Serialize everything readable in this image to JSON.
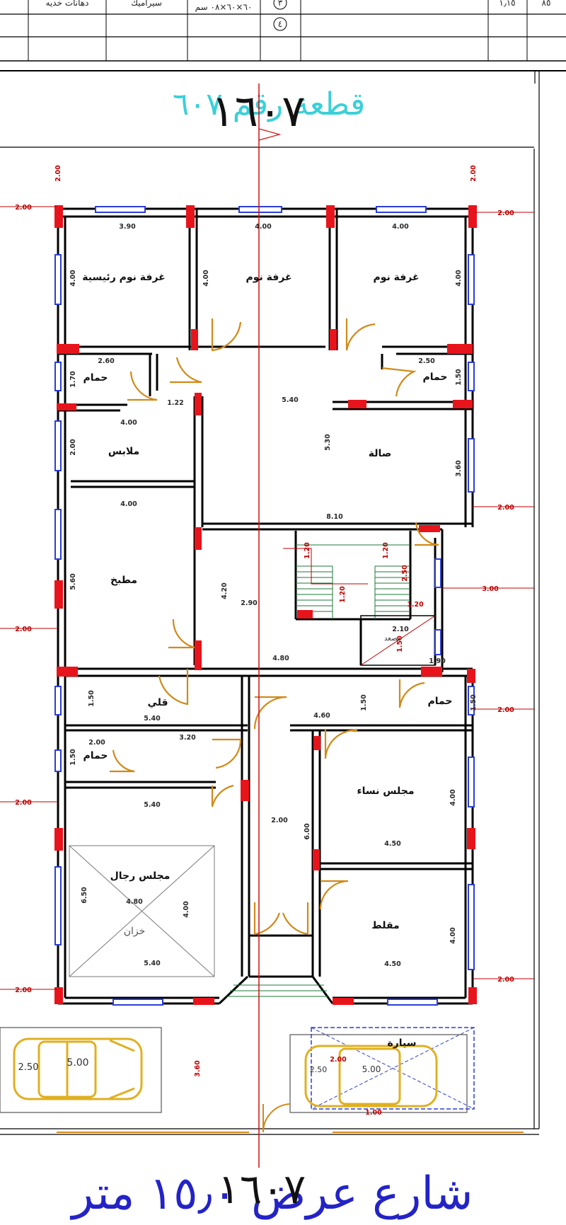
{
  "header": {
    "cells": [
      "دهانات خديه",
      "سيراميك",
      "٦٠×٦٠×٠٨ سم"
    ],
    "item_numbers": [
      "٣",
      "٤"
    ],
    "right_cells": [
      "١٫١٥",
      "٨٥"
    ]
  },
  "plot_title": "قطعة رقم ٦٠٧",
  "plot_number_handwritten": "١٦٠٧",
  "street_label": "شارع عرض ١٥٫٠ متر",
  "street_number_handwritten": "١٦٠٧",
  "rooms": {
    "master_bedroom": "غرفة نوم رئيسية",
    "bedroom_center": "غرفة نوم",
    "bedroom_right": "غرفة نوم",
    "bath_left_top": "حمام",
    "bath_right_top": "حمام",
    "dressing": "ملابس",
    "hall": "صالة",
    "kitchen": "مطبخ",
    "elevator": "مصعد",
    "fryer": "قلي",
    "bath_left_mid": "حمام",
    "bath_right_mid": "حمام",
    "women_majlis": "مجلس نساء",
    "men_majlis": "مجلس رجال",
    "cabinet": "خزان",
    "annex": "مقلط",
    "car": "سيارة"
  },
  "dims": {
    "setback_top": "2.00",
    "w_master": "3.90",
    "w_bed_center": "4.00",
    "w_bed_right": "4.00",
    "h_master": "4.00",
    "h_bed_center": "4.00",
    "h_bed_right": "4.00",
    "w_bath_lt": "2.60",
    "h_bath_lt": "1.70",
    "w_bath_rt": "2.50",
    "h_bath_rt": "1.50",
    "door_122": "1.22",
    "w_hall": "5.40",
    "h_hall": "5.30",
    "w_dress": "4.00",
    "h_dress": "2.00",
    "h_hall_right": "3.60",
    "w_hall_bottom": "8.10",
    "w_kitchen": "4.00",
    "h_kitchen": "5.60",
    "w_stair": "2.90",
    "h_stair": "4.20",
    "stair_a": "1.20",
    "stair_b": "1.20",
    "stair_c": "1.20",
    "stair_d": "1.20",
    "h_elev": "2.50",
    "w_elev": "2.10",
    "h_elev2": "1.50",
    "w_corridor": "4.80",
    "w_bath_rm": "1.90",
    "h_bath_rm": "1.50",
    "h_fryer": "1.50",
    "w_fryer": "5.40",
    "w_corr2": "4.60",
    "h_corr2": "1.50",
    "w_bath_lm": "2.00",
    "w_bath_lm2": "3.20",
    "h_bath_lm": "1.50",
    "w_men_top": "5.40",
    "w_entry": "2.00",
    "h_entry": "6.00",
    "h_women": "4.00",
    "w_women": "4.50",
    "h_men": "6.50",
    "w_men_inner": "4.80",
    "h_men_inner": "4.00",
    "w_men": "5.40",
    "w_annex": "4.50",
    "h_annex": "4.00",
    "setback_front": "3.60",
    "car_l": "5.00",
    "car_w": "2.50",
    "car_r_w": "2.50",
    "car_r_l": "5.00",
    "car_r_a": "2.00",
    "car_r_b": "1.00"
  },
  "side_dims": [
    "2.00",
    "2.00",
    "2.00",
    "2.00",
    "2.00",
    "2.00",
    "2.00",
    "3.00",
    "2.00",
    "2.00",
    "2.00"
  ],
  "colors": {
    "wall": "#000000",
    "column": "#e8141c",
    "window": "#2b3fd6",
    "door": "#d08a1a",
    "axis": "#d01010",
    "title_cyan": "#3ad0d8",
    "street_blue": "#2323c8",
    "car": "#e0b020",
    "dim_red": "#c00000"
  }
}
